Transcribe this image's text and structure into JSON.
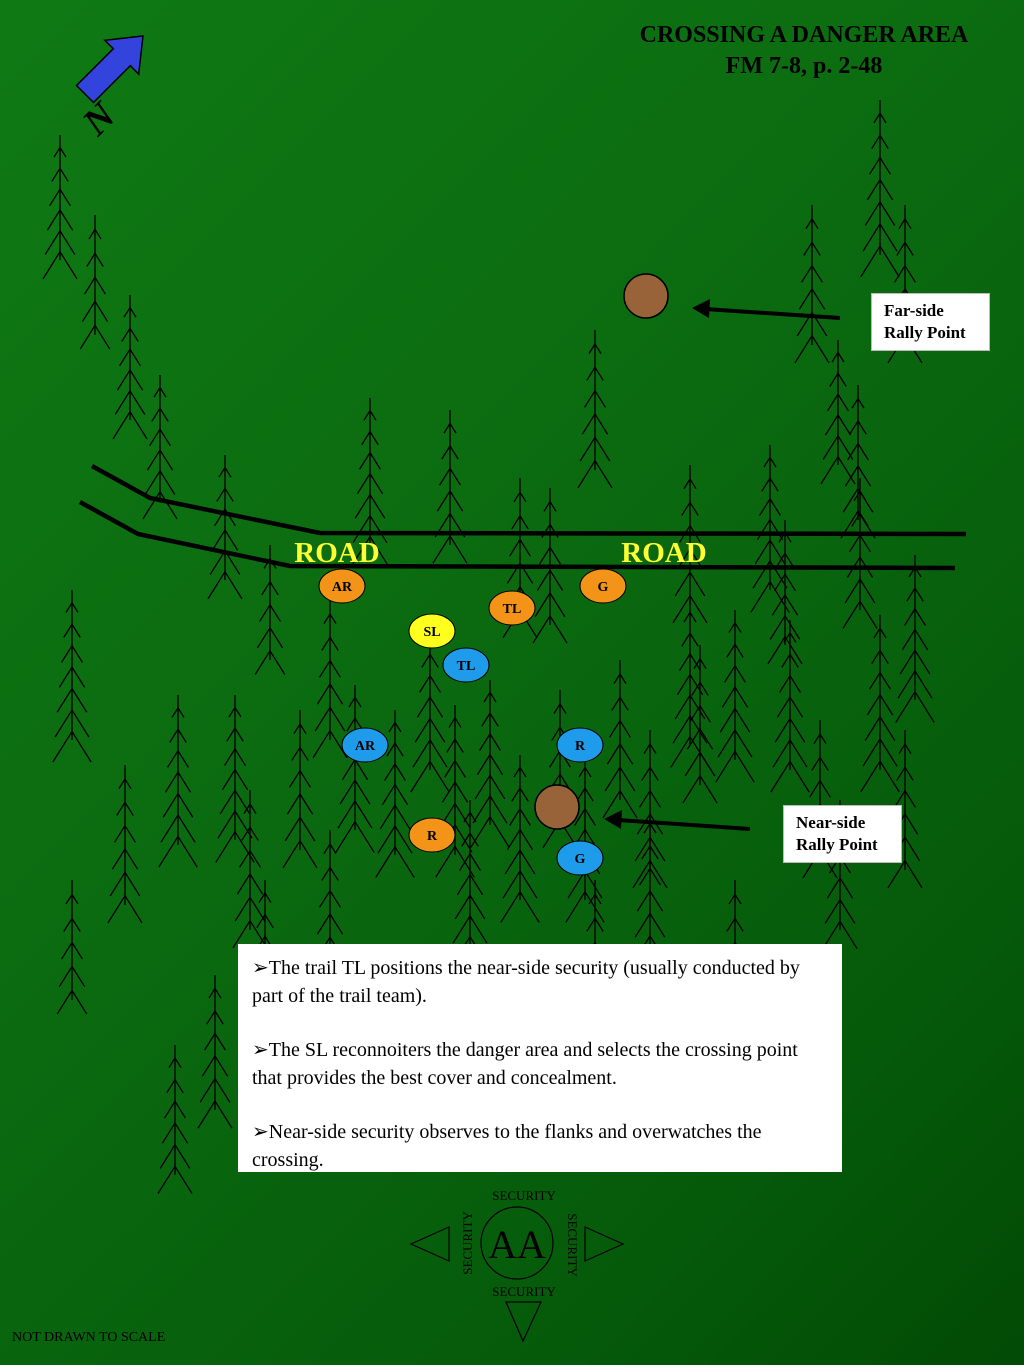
{
  "title": {
    "line1": "CROSSING A DANGER AREA",
    "line2": "FM 7-8, p. 2-48"
  },
  "north_label": "N",
  "road": {
    "label_left": "ROAD",
    "label_right": "ROAD"
  },
  "rally_points": {
    "far_side": {
      "line1": "Far-side",
      "line2": "Rally Point"
    },
    "near_side": {
      "line1": "Near-side",
      "line2": "Rally Point"
    }
  },
  "colors": {
    "orange_team": "#f39419",
    "blue_team": "#1e9bea",
    "squad_leader": "#ffff1e",
    "rally_point": "#99633a",
    "road_label": "#ffff33",
    "north_arrow": "#3344dd"
  },
  "soldiers": [
    {
      "label": "AR",
      "team": "orange"
    },
    {
      "label": "G",
      "team": "orange"
    },
    {
      "label": "TL",
      "team": "orange"
    },
    {
      "label": "SL",
      "team": "leader"
    },
    {
      "label": "TL",
      "team": "blue"
    },
    {
      "label": "AR",
      "team": "blue"
    },
    {
      "label": "R",
      "team": "blue"
    },
    {
      "label": "R",
      "team": "orange"
    },
    {
      "label": "G",
      "team": "blue"
    }
  ],
  "info": [
    "➢The trail TL positions the near-side security (usually conducted by part of the trail team).",
    "➢The SL reconnoiters the danger area and selects the crossing point that provides the best cover and concealment.",
    "➢Near-side security observes to the flanks and overwatches the crossing."
  ],
  "symbol": {
    "center": "AA",
    "top": "SECURITY",
    "bottom": "SECURITY",
    "left": "SECURITY",
    "right": "SECURITY"
  },
  "footer": "NOT DRAWN TO SCALE"
}
